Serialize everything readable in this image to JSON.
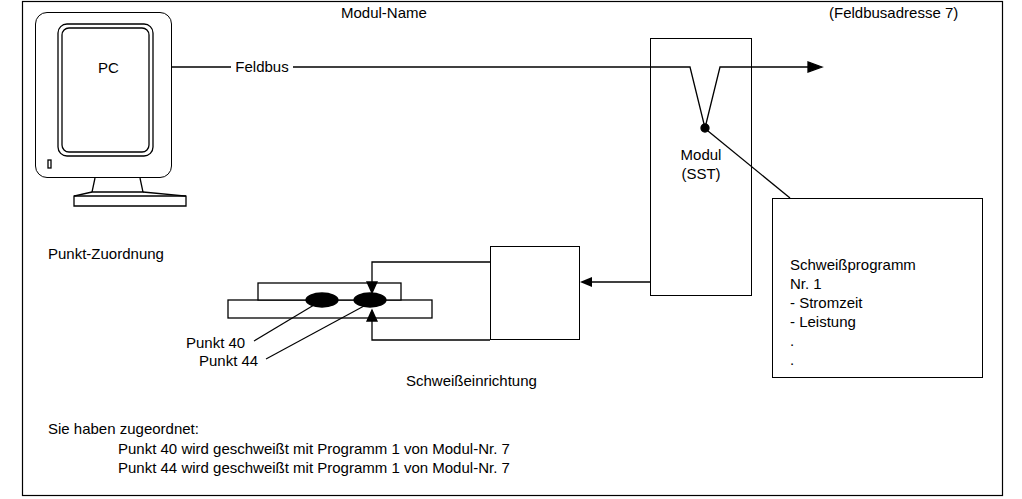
{
  "diagram": {
    "nodes": [
      {
        "text": [
          "PC"
        ]
      },
      {
        "text": [
          "Modul (SST)"
        ]
      },
      {
        "text": [
          "Schweißprogramm",
          "Nr. 1",
          "- Stromzeit",
          "- Leistung",
          ".",
          "."
        ]
      },
      {
        "text": [
          "Schweißeinrichtung"
        ]
      }
    ],
    "edges": [
      {
        "from": 0,
        "to": 1,
        "arrow": "none",
        "label": "Feldbus"
      },
      {
        "from": 1,
        "to": 3,
        "arrow": "to"
      }
    ],
    "labels": [
      "Modul-Name",
      "(Feldbusadresse 7)",
      "Punkt-Zuordnung",
      "Punkt 40",
      "Punkt 44",
      "Sie haben zugeordnet:",
      "Punkt 40 wird geschweißt mit Programm 1 von Modul-Nr. 7",
      "Punkt 44 wird geschweißt mit Programm 1 von Modul-Nr. 7"
    ]
  }
}
